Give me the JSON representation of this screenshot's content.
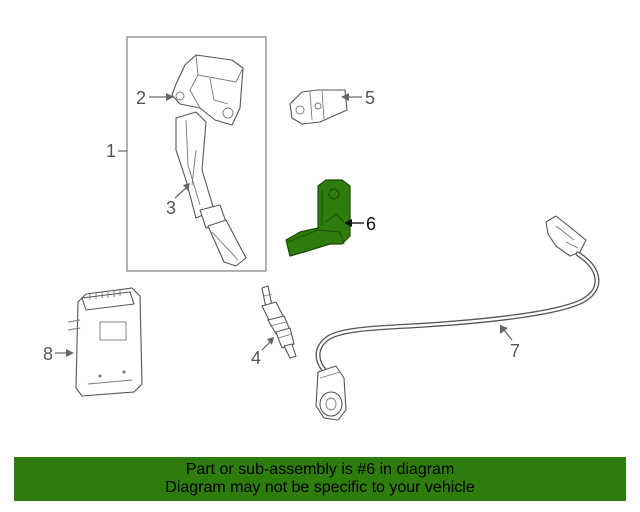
{
  "callouts": {
    "c1": "1",
    "c2": "2",
    "c3": "3",
    "c4": "4",
    "c5": "5",
    "c6": "6",
    "c7": "7",
    "c8": "8"
  },
  "highlight": {
    "part_number": "6",
    "color": "#2e7d0c"
  },
  "banner": {
    "line1": "Part or sub-assembly is #6 in diagram",
    "line2": "Diagram may not be specific to your vehicle",
    "background": "#2e7d0c"
  }
}
